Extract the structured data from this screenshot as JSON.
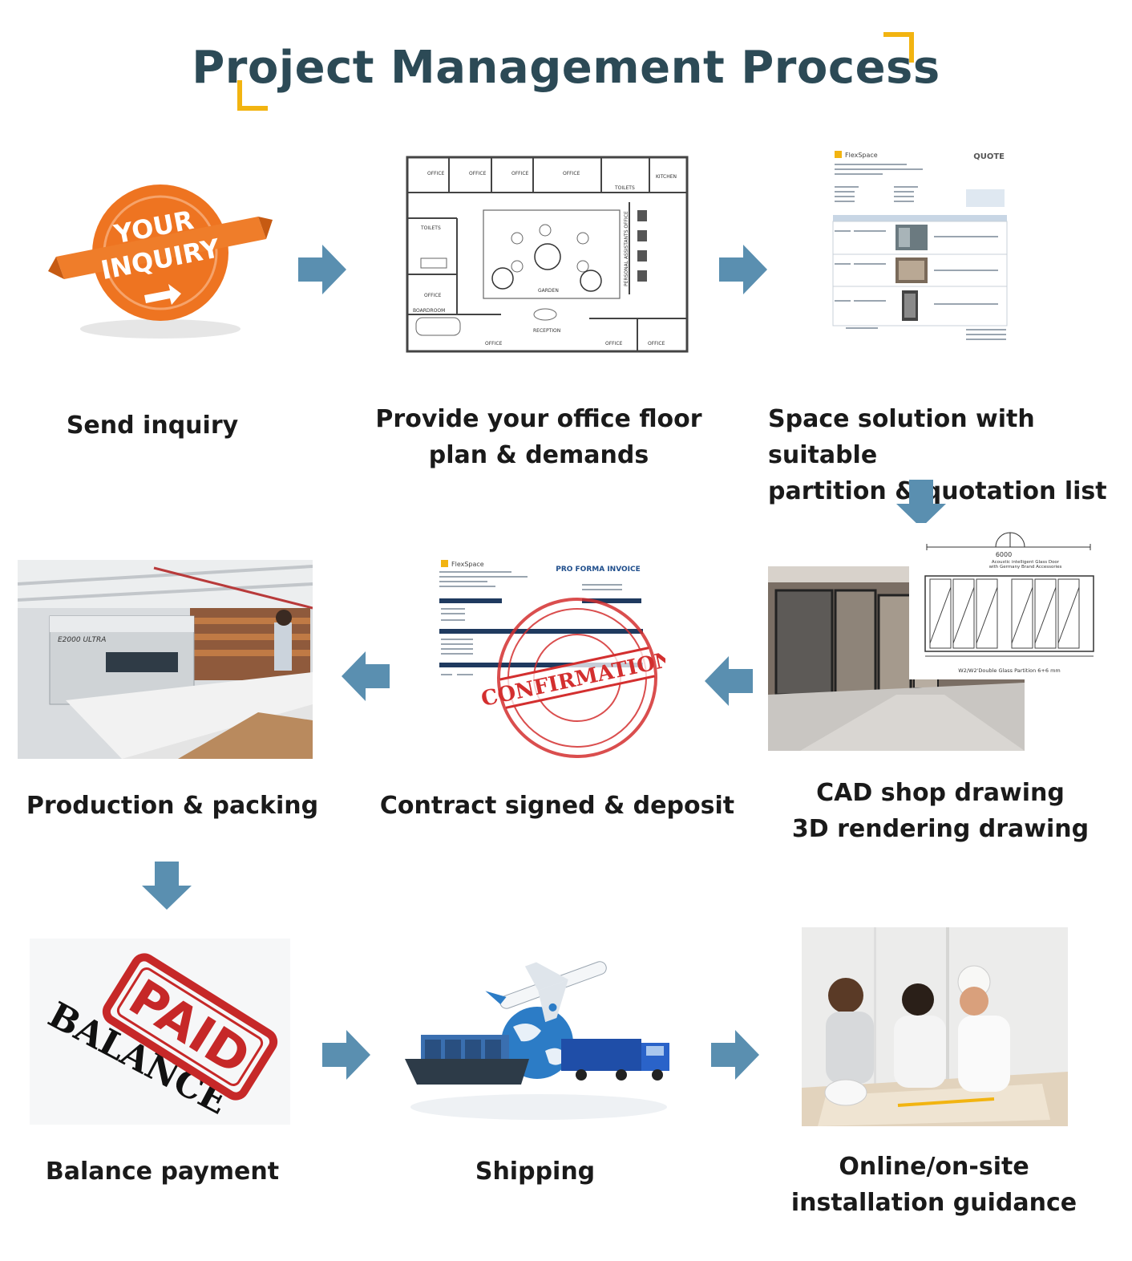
{
  "title": "Project Management Process",
  "colors": {
    "title": "#2c4a56",
    "accent_corner": "#f2b411",
    "arrow": "#5a8fb0",
    "inquiry_orange": "#ee7421",
    "stamp_red": "#d32f2f"
  },
  "steps": [
    {
      "caption": "Send inquiry",
      "badge_line1": "YOUR",
      "badge_line2": "INQUIRY"
    },
    {
      "caption_line1": "Provide your office floor",
      "caption_line2": "plan & demands",
      "rooms": [
        "OFFICE",
        "OFFICE",
        "OFFICE",
        "OFFICE",
        "KITCHEN",
        "TOILETS",
        "TOILETS",
        "GARDEN",
        "BOARDROOM",
        "RECEPTION",
        "OFFICE",
        "OFFICE",
        "OFFICE",
        "OFFICE",
        "PERSONAL ASSISTANTS OFFICE"
      ]
    },
    {
      "caption_line1": "Space solution with suitable",
      "caption_line2": "partition & quotation list",
      "doc_title": "QUOTE",
      "brand": "FlexSpace"
    },
    {
      "caption_line1": "CAD shop drawing",
      "caption_line2": "3D rendering drawing",
      "dimension": "6000",
      "door_note_1": "Acoustic intelligent Glass Door",
      "door_note_2": "with Germany Brand Accessories",
      "drawing_caption": "W2/W2'Double Glass Partition 6+6 mm"
    },
    {
      "caption": "Contract signed & deposit",
      "doc_title": "PRO FORMA INVOICE",
      "brand": "FlexSpace",
      "stamp": "CONFIRMATION"
    },
    {
      "caption": "Production & packing",
      "machine_label": "E2000 ULTRA"
    },
    {
      "caption": "Balance payment",
      "stamp_word": "PAID",
      "stamp_sub": "BALANCE"
    },
    {
      "caption": "Shipping"
    },
    {
      "caption_line1": "Online/on-site",
      "caption_line2": "installation guidance"
    }
  ],
  "icons": {
    "arrow_right": "arrow-right-icon",
    "arrow_left": "arrow-left-icon",
    "arrow_down": "arrow-down-icon"
  }
}
